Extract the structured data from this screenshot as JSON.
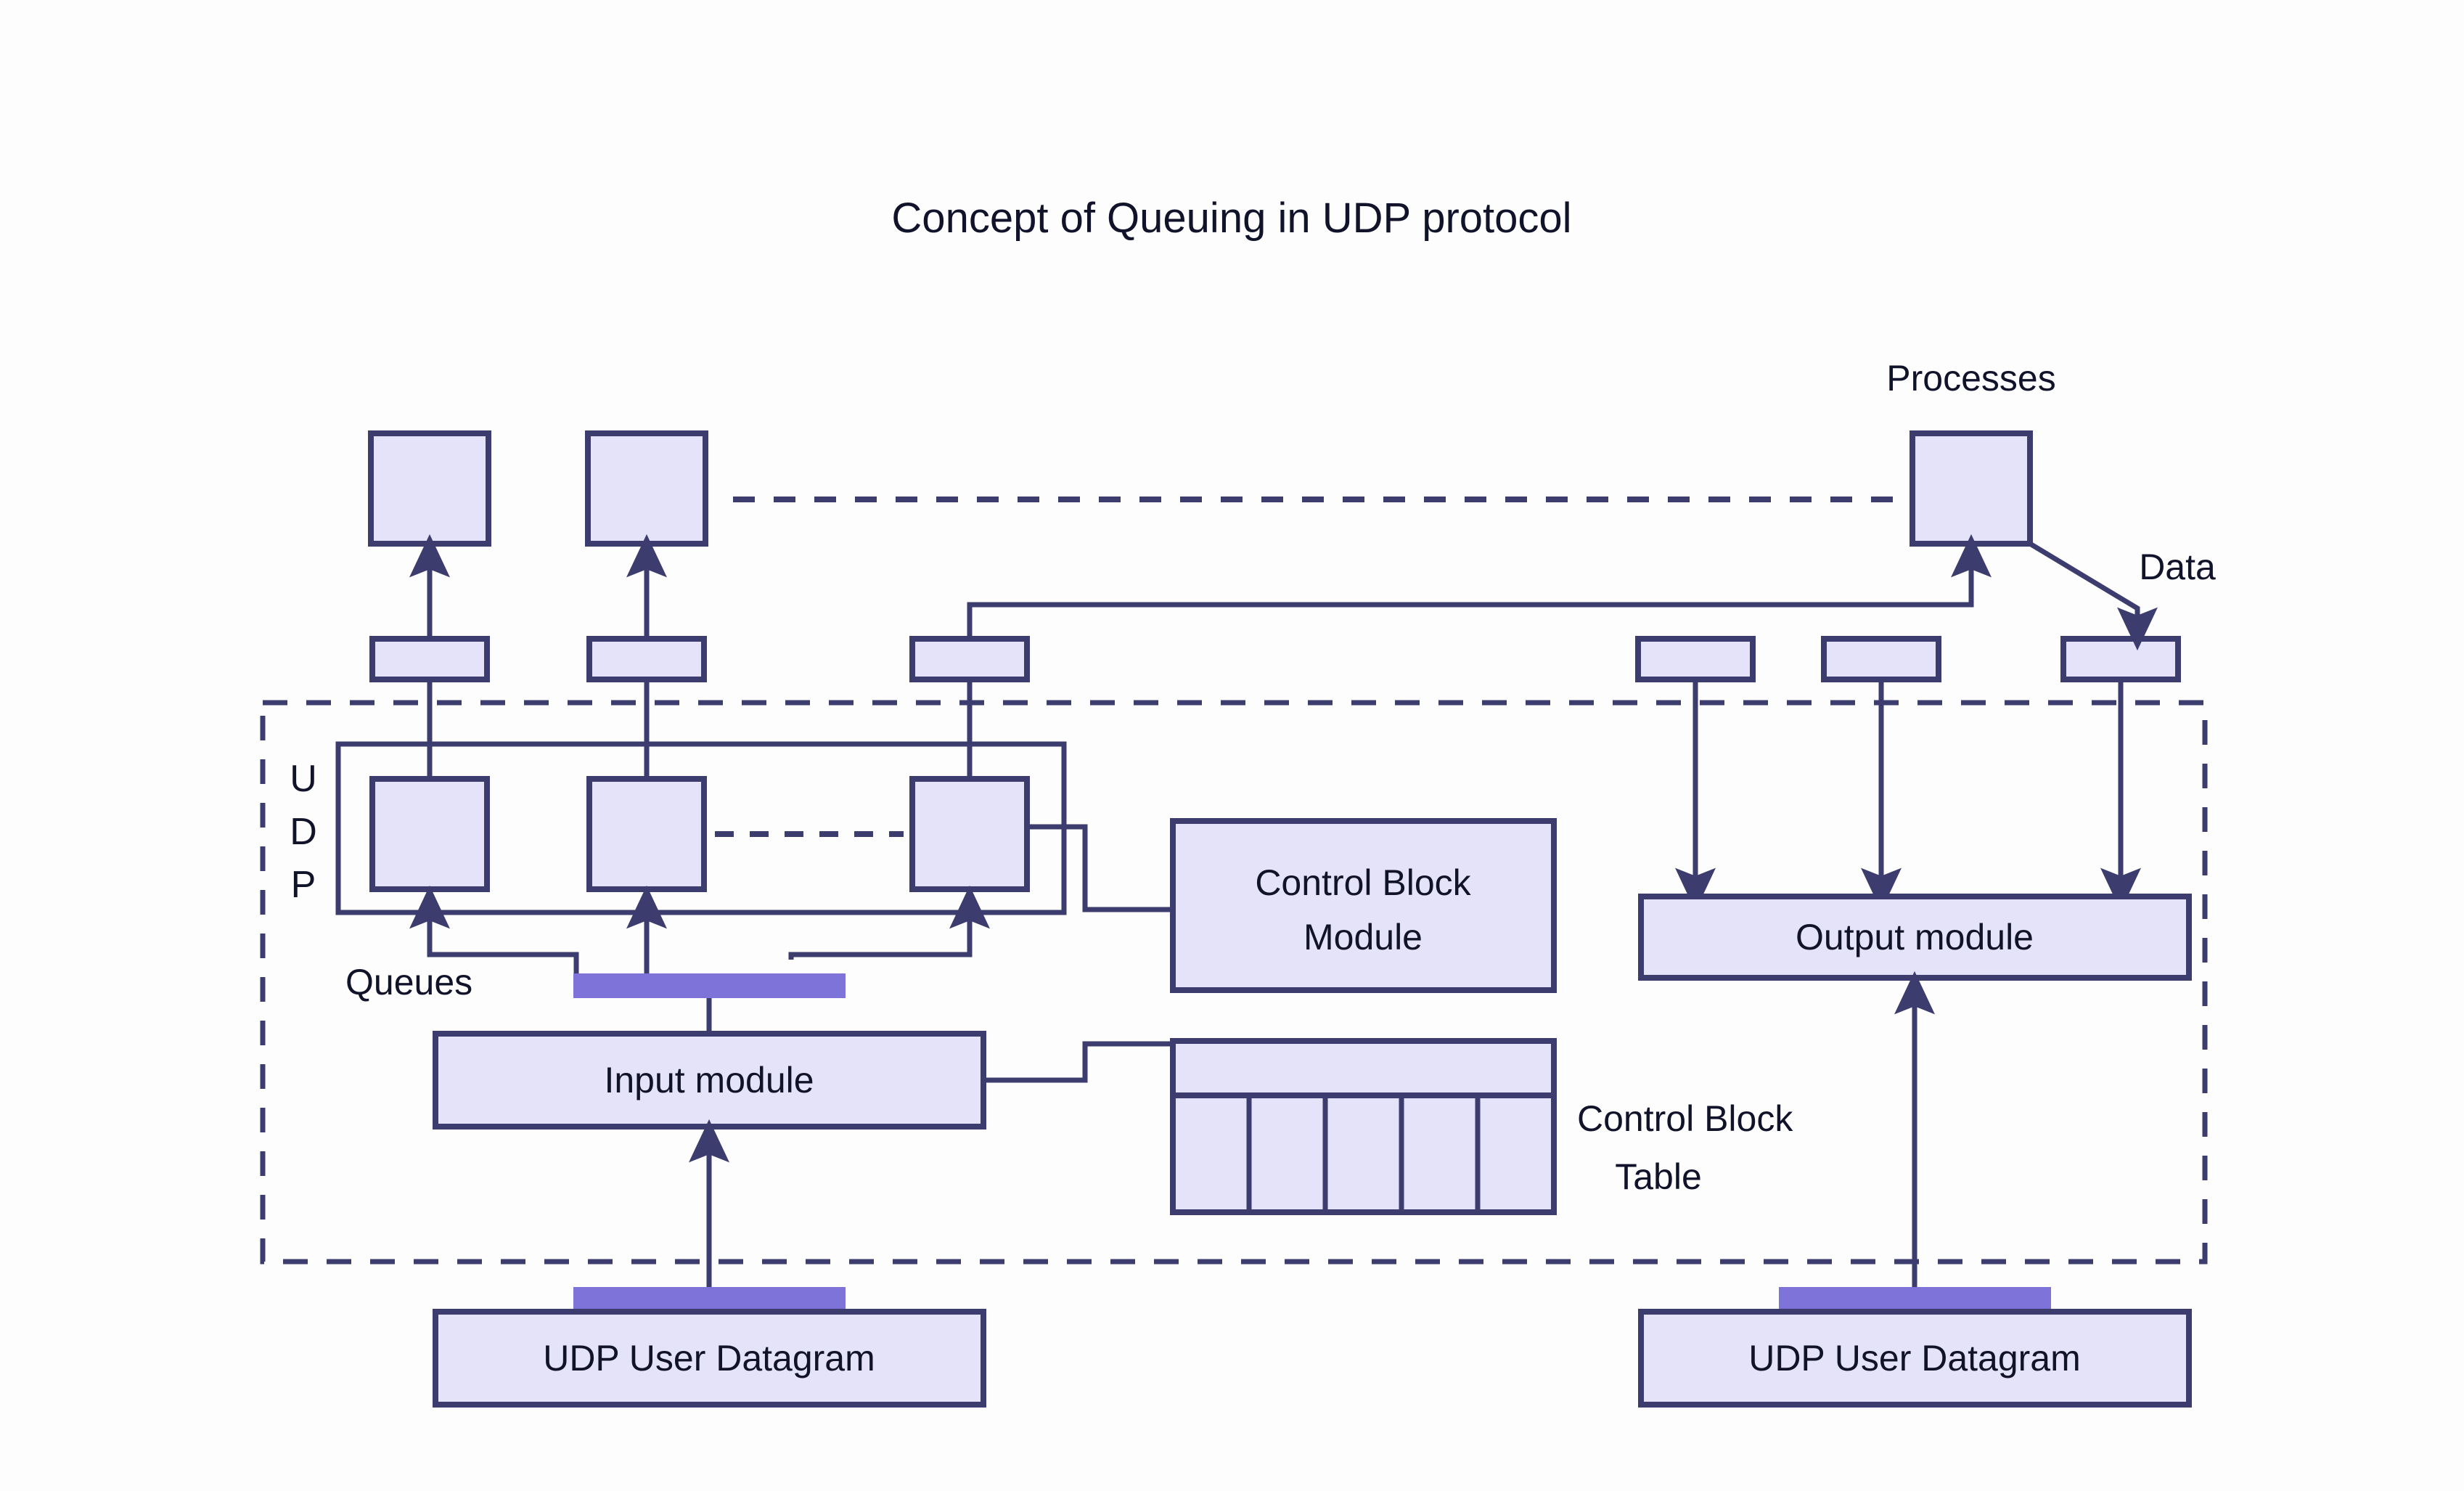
{
  "title": "Concept of Queuing in UDP protocol",
  "colors": {
    "box_fill": "#e5e3fa",
    "box_stroke": "#3d3c6e",
    "accent_bar": "#7e73d9",
    "text": "#11132a",
    "page_bg": "#fdfdfe"
  },
  "labels": {
    "processes": "Processes",
    "data": "Data",
    "queues": "Queues",
    "udp_letters": [
      "U",
      "D",
      "P"
    ],
    "udp_stack": "UDP"
  },
  "nodes": {
    "control_block_module": {
      "line1": "Control Block",
      "line2": "Module"
    },
    "control_block_table": {
      "line1": "Control Block",
      "line2": "Table"
    },
    "input_module": "Input module",
    "output_module": "Output module",
    "datagram_left": "UDP User Datagram",
    "datagram_right": "UDP User Datagram"
  },
  "structure": {
    "process_boxes": 3,
    "left_ports": 3,
    "right_ports": 3,
    "queue_boxes": 3,
    "control_block_table_columns": 5,
    "control_block_table_header_rows": 1
  }
}
